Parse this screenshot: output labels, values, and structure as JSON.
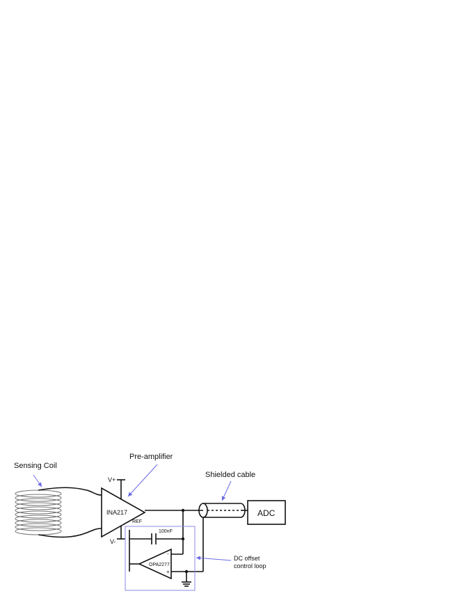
{
  "labels": {
    "sensing_coil": "Sensing Coil",
    "pre_amplifier": "Pre-amplifier",
    "shielded_cable": "Shielded cable",
    "dc_offset_line1": "DC offset",
    "dc_offset_line2": "control loop",
    "amp_part": "INA217",
    "ref_pin": "REF",
    "vplus": "V+",
    "vminus": "V-",
    "capacitor": "100nF",
    "opamp_part": "OPA2277",
    "opamp_minus": "-",
    "opamp_plus": "+",
    "adc": "ADC"
  },
  "colors": {
    "wire": "#111111",
    "coil": "#777777",
    "callout": "#6a6ae6",
    "loop_box": "#8a8ae8"
  }
}
